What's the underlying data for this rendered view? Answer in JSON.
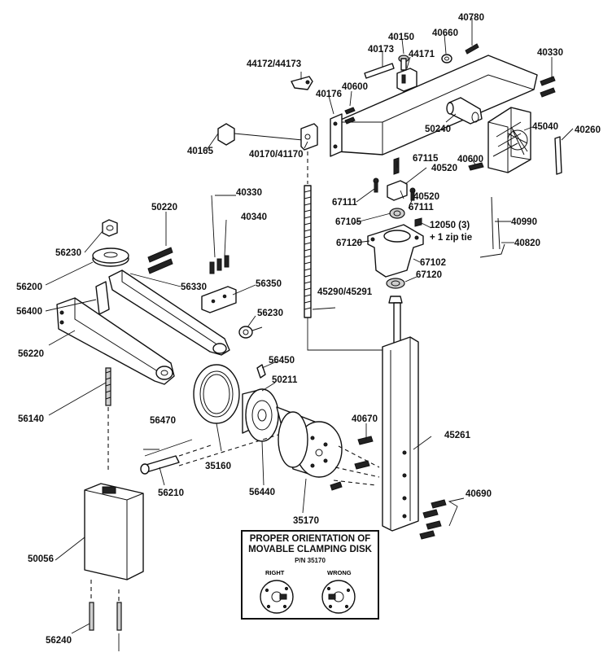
{
  "part_labels": {
    "p40780": "40780",
    "p40660": "40660",
    "p40150": "40150",
    "p40173": "40173",
    "p44171": "44171",
    "p44172": "44172/44173",
    "p40330a": "40330",
    "p40176": "40176",
    "p40600a": "40600",
    "p40165": "40165",
    "p40170": "40170/41170",
    "p50240": "50240",
    "p45040": "45040",
    "p40260": "40260",
    "p40600b": "40600",
    "p67115": "67115",
    "p40520a": "40520",
    "p40520b": "40520",
    "p67111a": "67111",
    "p67111b": "67111",
    "p67105": "67105",
    "p12050a": "12050 (3)",
    "p12050b": "+ 1 zip tie",
    "p67120a": "67120",
    "p67102": "67102",
    "p67120b": "67120",
    "p40990": "40990",
    "p40820": "40820",
    "p40330b": "40330",
    "p40340": "40340",
    "p50220": "50220",
    "p56230a": "56230",
    "p56200": "56200",
    "p56400": "56400",
    "p56330": "56330",
    "p56350": "56350",
    "p45290": "45290/45291",
    "p56230b": "56230",
    "p56220": "56220",
    "p56450": "56450",
    "p50211": "50211",
    "p56140": "56140",
    "p56470": "56470",
    "p40670": "40670",
    "p45261": "45261",
    "p35160": "35160",
    "p56440": "56440",
    "p56210": "56210",
    "p40690": "40690",
    "p35170": "35170",
    "p50056": "50056",
    "p56240": "56240"
  },
  "inset": {
    "title_line1": "PROPER ORIENTATION OF",
    "title_line2": "MOVABLE CLAMPING DISK",
    "part_number": "P/N 35170",
    "right_label": "RIGHT",
    "wrong_label": "WRONG"
  }
}
